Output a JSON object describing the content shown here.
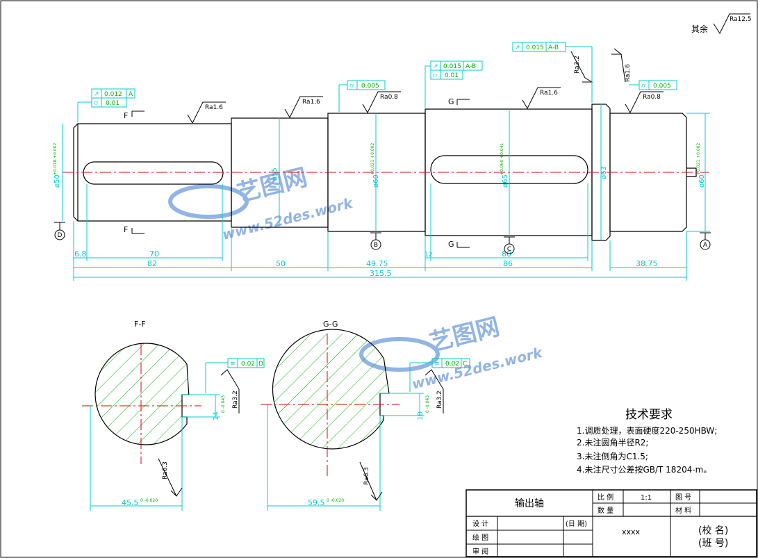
{
  "colors": {
    "outline": "#000000",
    "dimension": "#00cccc",
    "centerline": "#e00000",
    "hatch": "#00b400",
    "tolerance": "#00b400",
    "watermark": "#3a78d0"
  },
  "surface_general": {
    "prefix": "其余",
    "value": "Ra12.5"
  },
  "roughness": {
    "ra16a": "Ra1.6",
    "ra16b": "Ra1.6",
    "ra08a": "Ra0.8",
    "ra16c": "Ra1.6",
    "ra32": "Ra3.2",
    "ra16d": "Ra1.6",
    "ra08b": "Ra0.8",
    "ra32_ff": "Ra3.2",
    "ra63_ff": "Ra6.3",
    "ra32_gg": "Ra3.2",
    "ra63_gg": "Ra6.3"
  },
  "tolerance_frames": {
    "f1_runout": "0.012",
    "f1_ref": "A",
    "f1_cyl": "0.01",
    "f2_cyl": "0.005",
    "f3_runout": "0.015",
    "f3_ref": "A-B",
    "f3_cyl": "0.01",
    "f4_runout": "0.015",
    "f4_ref": "A-B",
    "f5_cyl": "0.005",
    "ff_sym": "0.02",
    "ff_ref": "D",
    "gg_sym": "0.02",
    "gg_ref": "C"
  },
  "diameters": {
    "d50": "ø50",
    "d50_tol": "+0.018 +0.002",
    "d55": "ø55",
    "d60": "ø60",
    "d60_tol": "+0.021 +0.002",
    "d65": "ø65",
    "d65_tol": "+0.060 +0.041",
    "d63": "ø63",
    "d60r": "ø60",
    "d60r_tol": "+0.021 +0.002"
  },
  "lengths": {
    "l68": "6.8",
    "l70": "70",
    "l82": "82",
    "l50": "50",
    "l4975": "49.75",
    "l12": "12",
    "l80": "80",
    "l86": "86",
    "l3875": "38.75",
    "l3155": "315.5"
  },
  "datums": {
    "d": "D",
    "b": "B",
    "c": "C",
    "a": "A"
  },
  "section_marks": {
    "f_top": "F",
    "f_bottom": "F",
    "g_top": "G",
    "g_bottom": "G"
  },
  "sections": {
    "ff_title": "F-F",
    "gg_title": "G-G",
    "ff_key": "14",
    "ff_key_tol": "0 -0.043",
    "ff_depth": "45.5",
    "ff_depth_tol": "0 -0.020",
    "gg_key": "18",
    "gg_key_tol": "0 -0.043",
    "gg_depth": "59.5",
    "gg_depth_tol": "0 -0.020"
  },
  "tech": {
    "title": "技术要求",
    "items": [
      "1.调质处理，表面硬度220-250HBW;",
      "2.未注圆角半径R2;",
      "3.未注倒角为C1.5;",
      "4.未注尺寸公差按GB/T 18204-m。"
    ]
  },
  "title_block": {
    "part_name": "输出轴",
    "scale_label": "比 例",
    "scale_value": "1:1",
    "drawing_no_label": "图 号",
    "qty_label": "数 量",
    "material_label": "材 料",
    "design_label": "设 计",
    "date_label": "(日 期)",
    "draw_label": "绘 图",
    "review_label": "审 阅",
    "code": "xxxx",
    "school": "(校 名)",
    "class": "(班 号)"
  },
  "watermark": {
    "brand": "艺图网",
    "url": "www.52des.work"
  }
}
